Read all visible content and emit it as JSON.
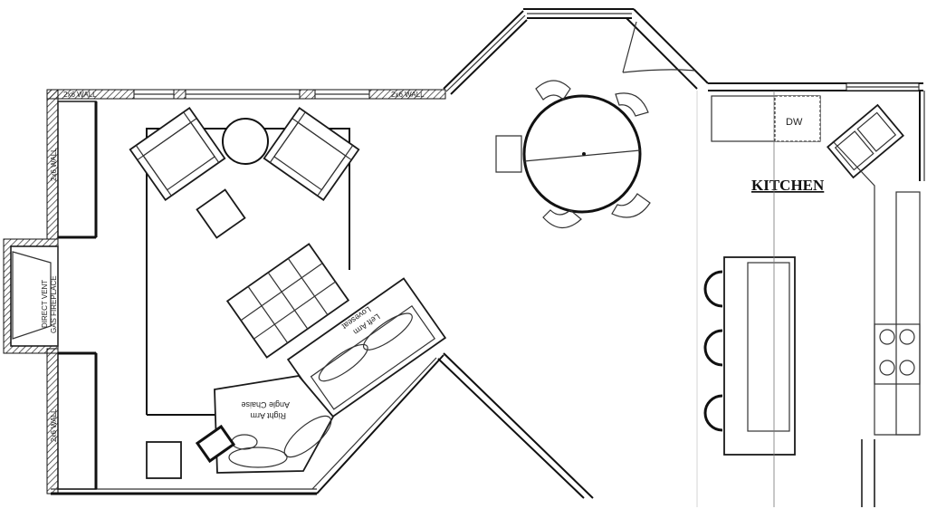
{
  "labels": {
    "wall_top_left": "2x6 WALL",
    "wall_top_right": "2x6 WALL",
    "wall_left_upper": "2x6 WALL",
    "wall_left_lower": "2x6 WALL",
    "fireplace_line1": "DIRECT VENT",
    "fireplace_line2": "GAS FIREPLACE",
    "loveseat_line1": "Left Arm",
    "loveseat_line2": "Loveseat",
    "chaise_line1": "Right Arm",
    "chaise_line2": "Angle Chaise",
    "dishwasher": "DW",
    "kitchen": "KITCHEN"
  },
  "colors": {
    "line": "#1a1a1a",
    "paper": "#ffffff"
  }
}
